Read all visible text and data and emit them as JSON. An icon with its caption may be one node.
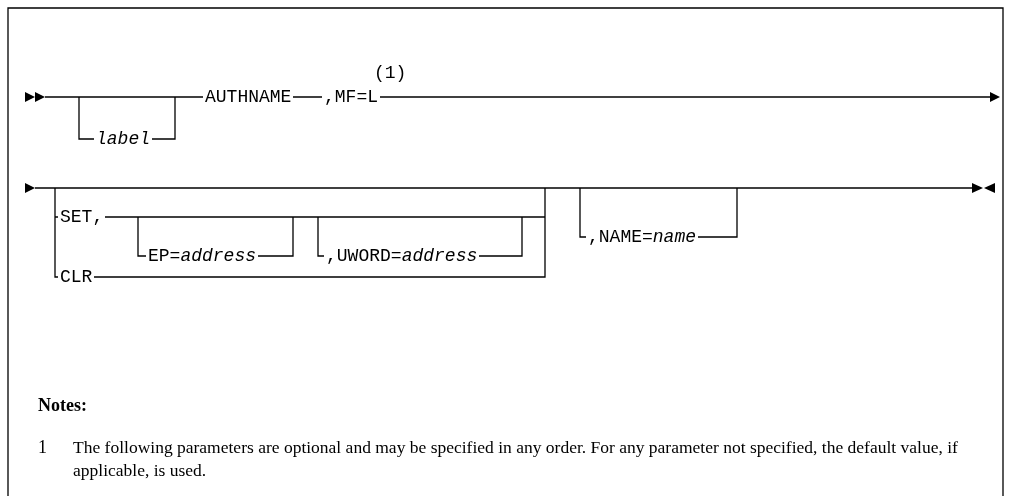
{
  "diagram": {
    "labels": [
      "(1)",
      "label",
      "AUTHNAME",
      ",MF=L",
      "SET,",
      "EP=*address*",
      ",UWORD=*address*",
      ",NAME=*name*",
      "CLR",
      "Notes:",
      "1",
      "The following parameters are optional and may be specified in any order. For any parameter not specified, the default value, if applicable, is used."
    ]
  }
}
